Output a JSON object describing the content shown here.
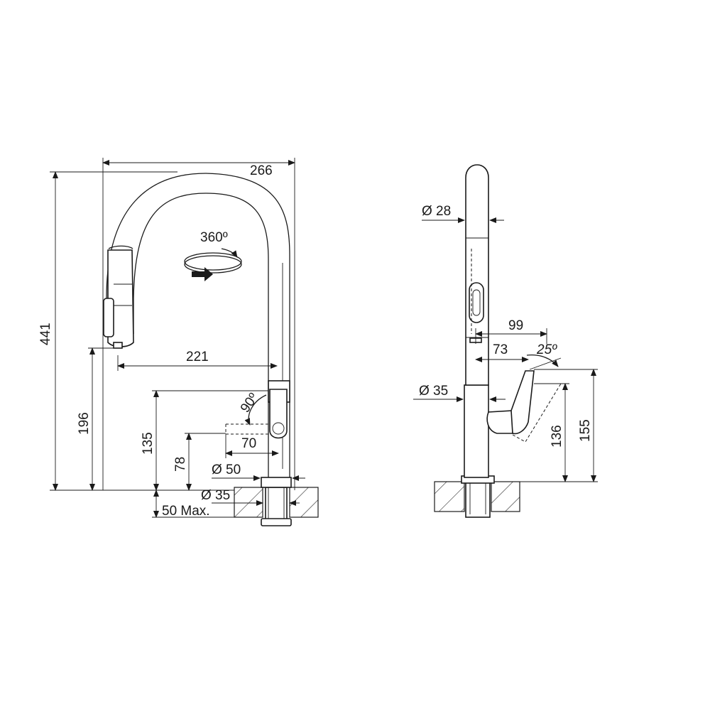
{
  "front_view": {
    "width_266": "266",
    "height_441": "441",
    "reach_221": "221",
    "height_196": "196",
    "height_135": "135",
    "height_78": "78",
    "handle_70": "70",
    "diam_50": "Ø 50",
    "diam_35": "Ø 35",
    "max_50": "50 Max.",
    "angle_90": "90º",
    "swivel_360": "360º"
  },
  "side_view": {
    "diam_28": "Ø 28",
    "dim_99": "99",
    "dim_73": "73",
    "angle_25": "25º",
    "diam_35": "Ø 35",
    "height_136": "136",
    "height_155": "155"
  },
  "colors": {
    "line": "#1a1a1a",
    "background": "#ffffff"
  }
}
